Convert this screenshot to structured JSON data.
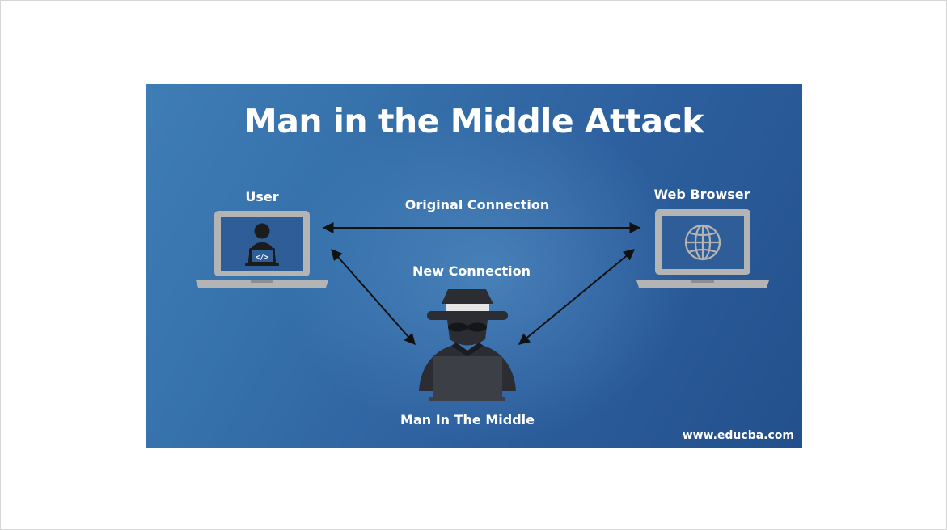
{
  "diagram": {
    "title": "Man in the Middle Attack",
    "nodes": {
      "user": {
        "label": "User",
        "icon": "laptop-user-coder-icon"
      },
      "browser": {
        "label": "Web Browser",
        "icon": "laptop-globe-icon"
      },
      "attacker": {
        "label": "Man In The Middle",
        "icon": "hacker-spy-icon"
      }
    },
    "edges": {
      "original": {
        "label": "Original Connection",
        "from": "user",
        "to": "browser"
      },
      "new_connection": {
        "label": "New Connection",
        "via": "attacker"
      }
    },
    "watermark": "www.educba.com"
  },
  "colors": {
    "background_light": "#4683ba",
    "background_dark": "#23508c",
    "laptop_gray": "#b4b4b4",
    "screen_blue": "#2f5d98",
    "icon_dark": "#1c1c1c",
    "hacker_dark": "#2b2d33",
    "text": "#ffffff",
    "arrow": "#111111"
  }
}
